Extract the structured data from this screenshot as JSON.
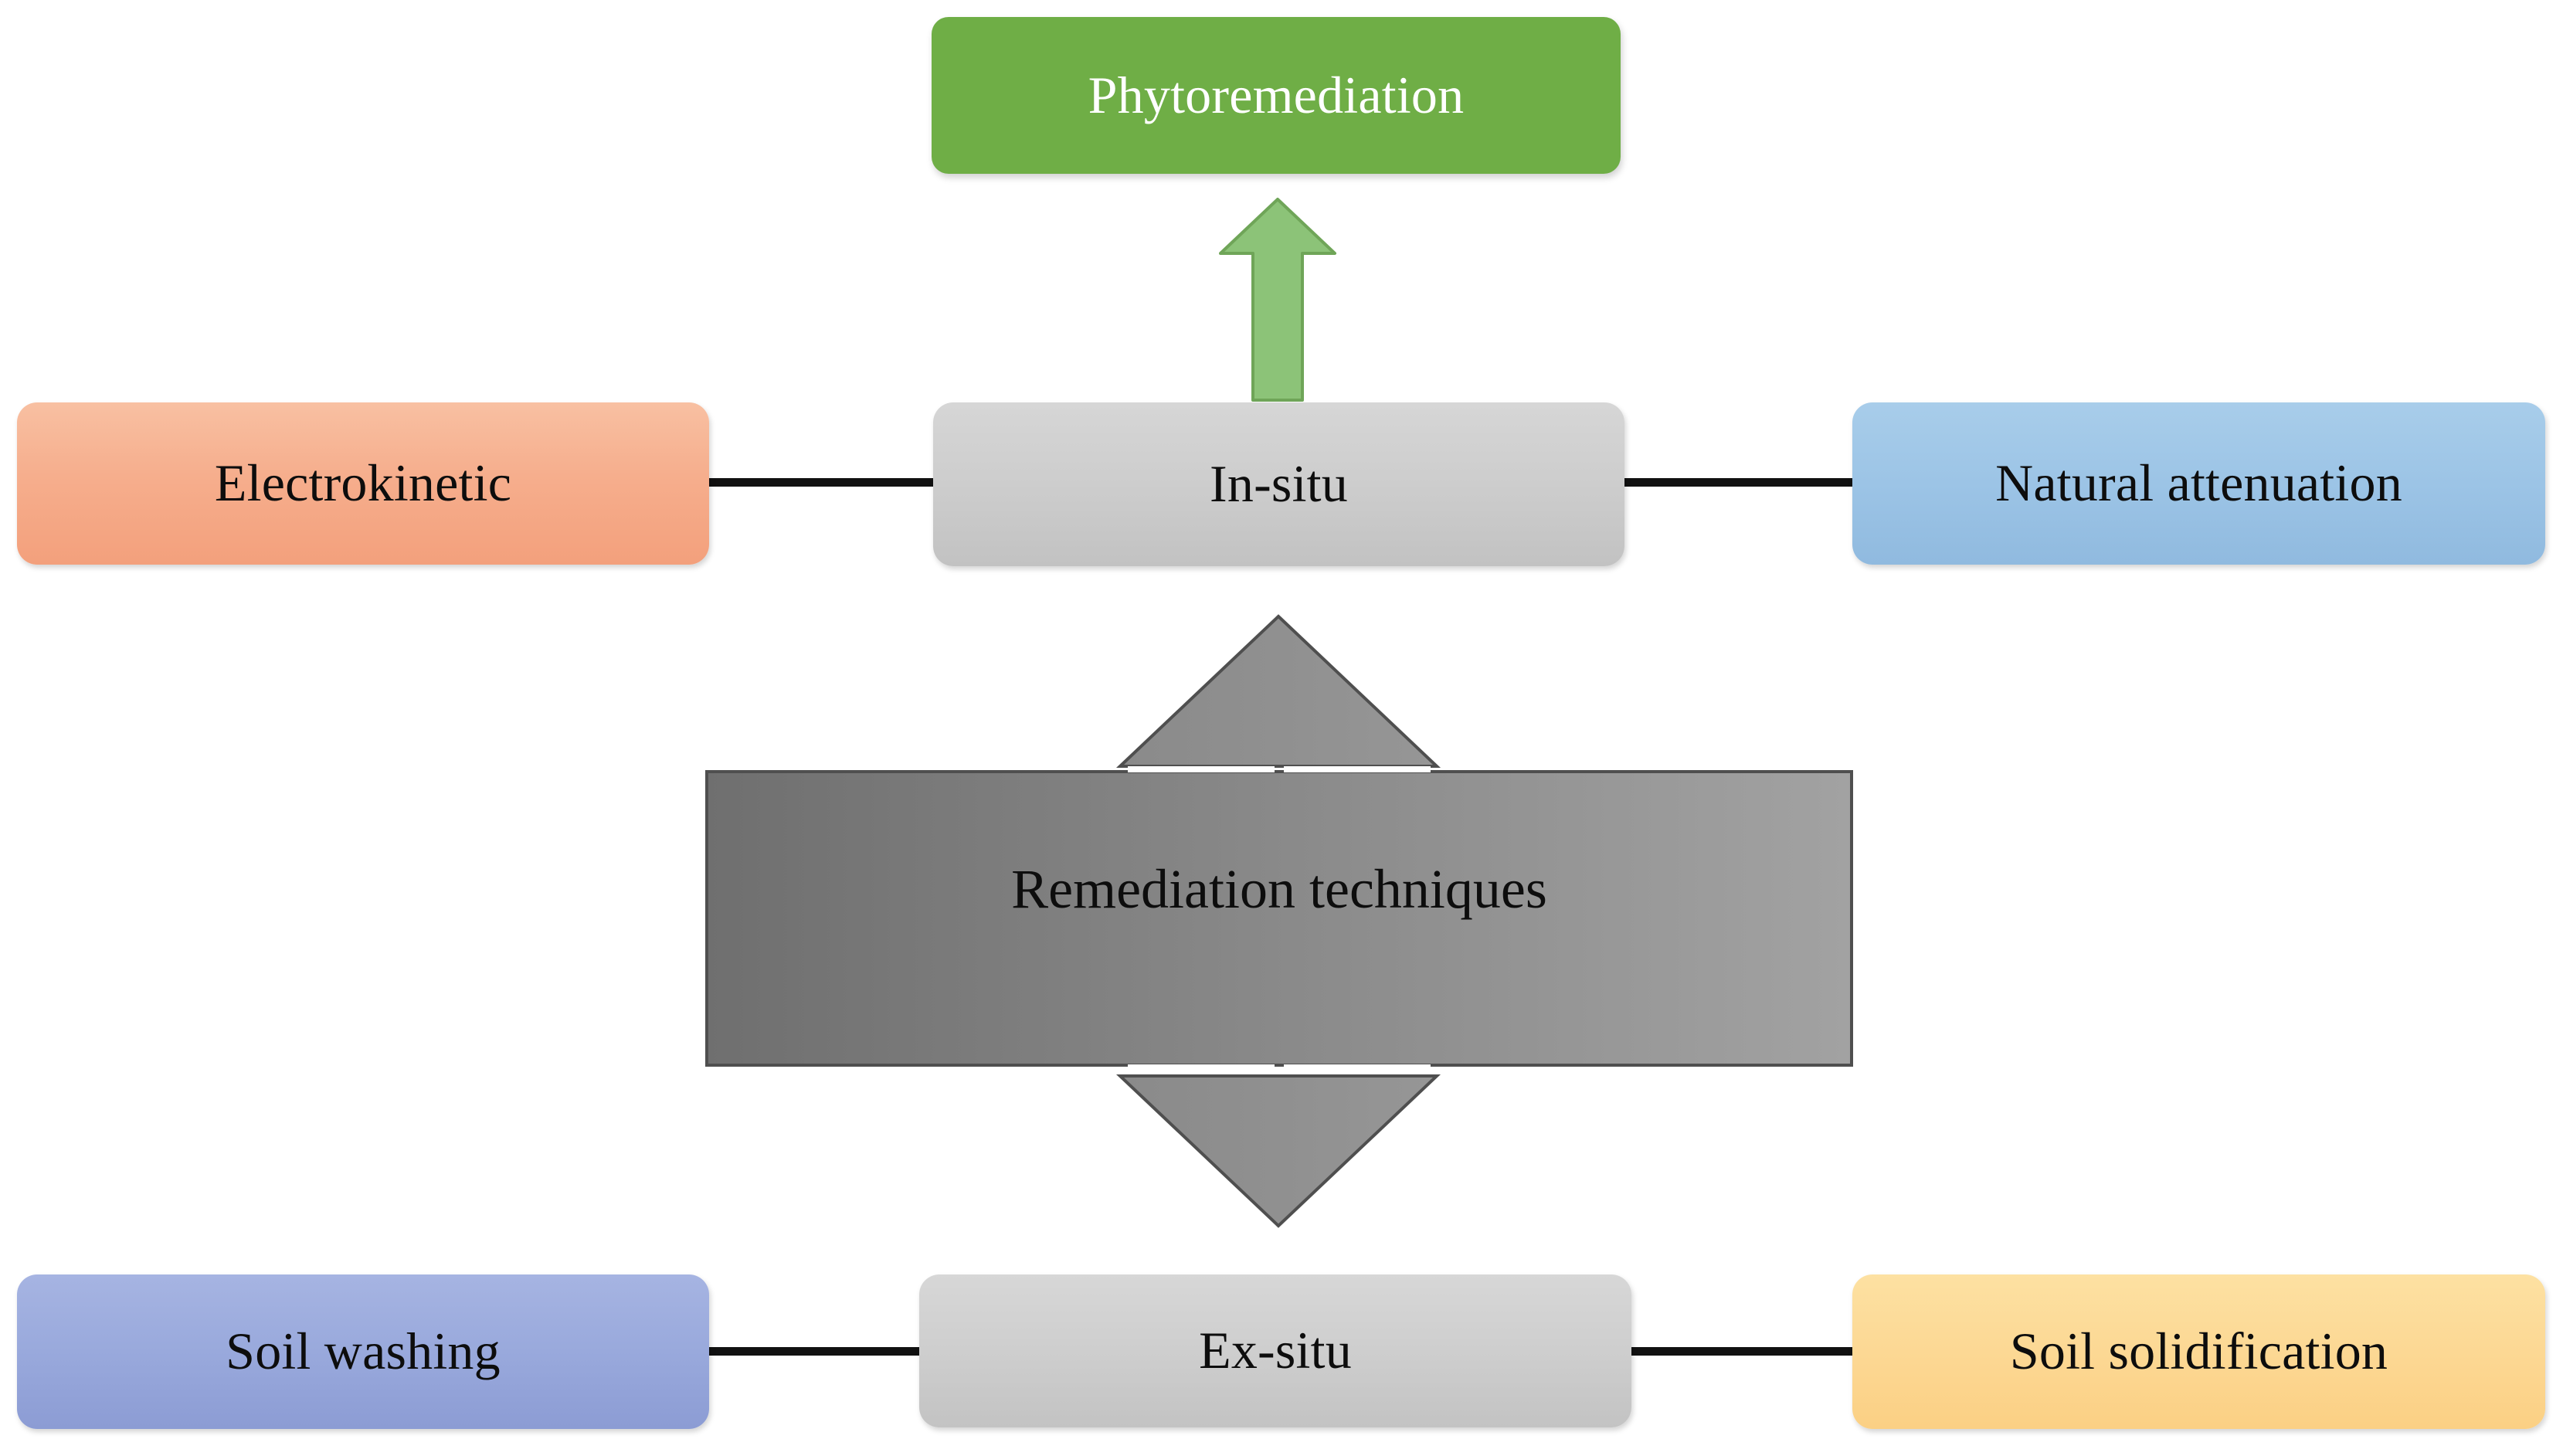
{
  "diagram": {
    "title": "Remediation techniques",
    "nodes": {
      "phytoremediation": {
        "label": "Phytoremediation",
        "color": "#6FAE46",
        "text_color": "#FFFFFF"
      },
      "electrokinetic": {
        "label": "Electrokinetic",
        "color": "#F6AE8D",
        "text_color": "#0D0D0D"
      },
      "in_situ": {
        "label": "In-situ",
        "color": "#CDCDCD",
        "text_color": "#0D0D0D"
      },
      "natural_attenuation": {
        "label": "Natural attenuation",
        "color": "#9CC4E6",
        "text_color": "#0D0D0D"
      },
      "center": {
        "label": "Remediation techniques",
        "color": "#8A8A8A",
        "text_color": "#0D0D0D"
      },
      "soil_washing": {
        "label": "Soil washing",
        "color": "#99A9DC",
        "text_color": "#0D0D0D"
      },
      "ex_situ": {
        "label": "Ex-situ",
        "color": "#CECECE",
        "text_color": "#0D0D0D"
      },
      "soil_solidification": {
        "label": "Soil solidification",
        "color": "#FCD894",
        "text_color": "#0D0D0D"
      }
    },
    "connectors": [
      {
        "name": "electrokinetic-to-in-situ",
        "from": "electrokinetic",
        "to": "in_situ",
        "style": "line",
        "color": "#111111"
      },
      {
        "name": "in-situ-to-natural",
        "from": "in_situ",
        "to": "natural_attenuation",
        "style": "line",
        "color": "#111111"
      },
      {
        "name": "soil-washing-to-ex-situ",
        "from": "soil_washing",
        "to": "ex_situ",
        "style": "line",
        "color": "#111111"
      },
      {
        "name": "ex-situ-to-soil-solidification",
        "from": "ex_situ",
        "to": "soil_solidification",
        "style": "line",
        "color": "#111111"
      },
      {
        "name": "in-situ-to-phytoremediation",
        "from": "in_situ",
        "to": "phytoremediation",
        "style": "block-arrow-up",
        "color": "#8CC378"
      },
      {
        "name": "center-double-arrow",
        "from": "center",
        "to": "in_situ and ex_situ",
        "style": "double-arrow-vertical",
        "color": "#8A8A8A"
      }
    ]
  }
}
